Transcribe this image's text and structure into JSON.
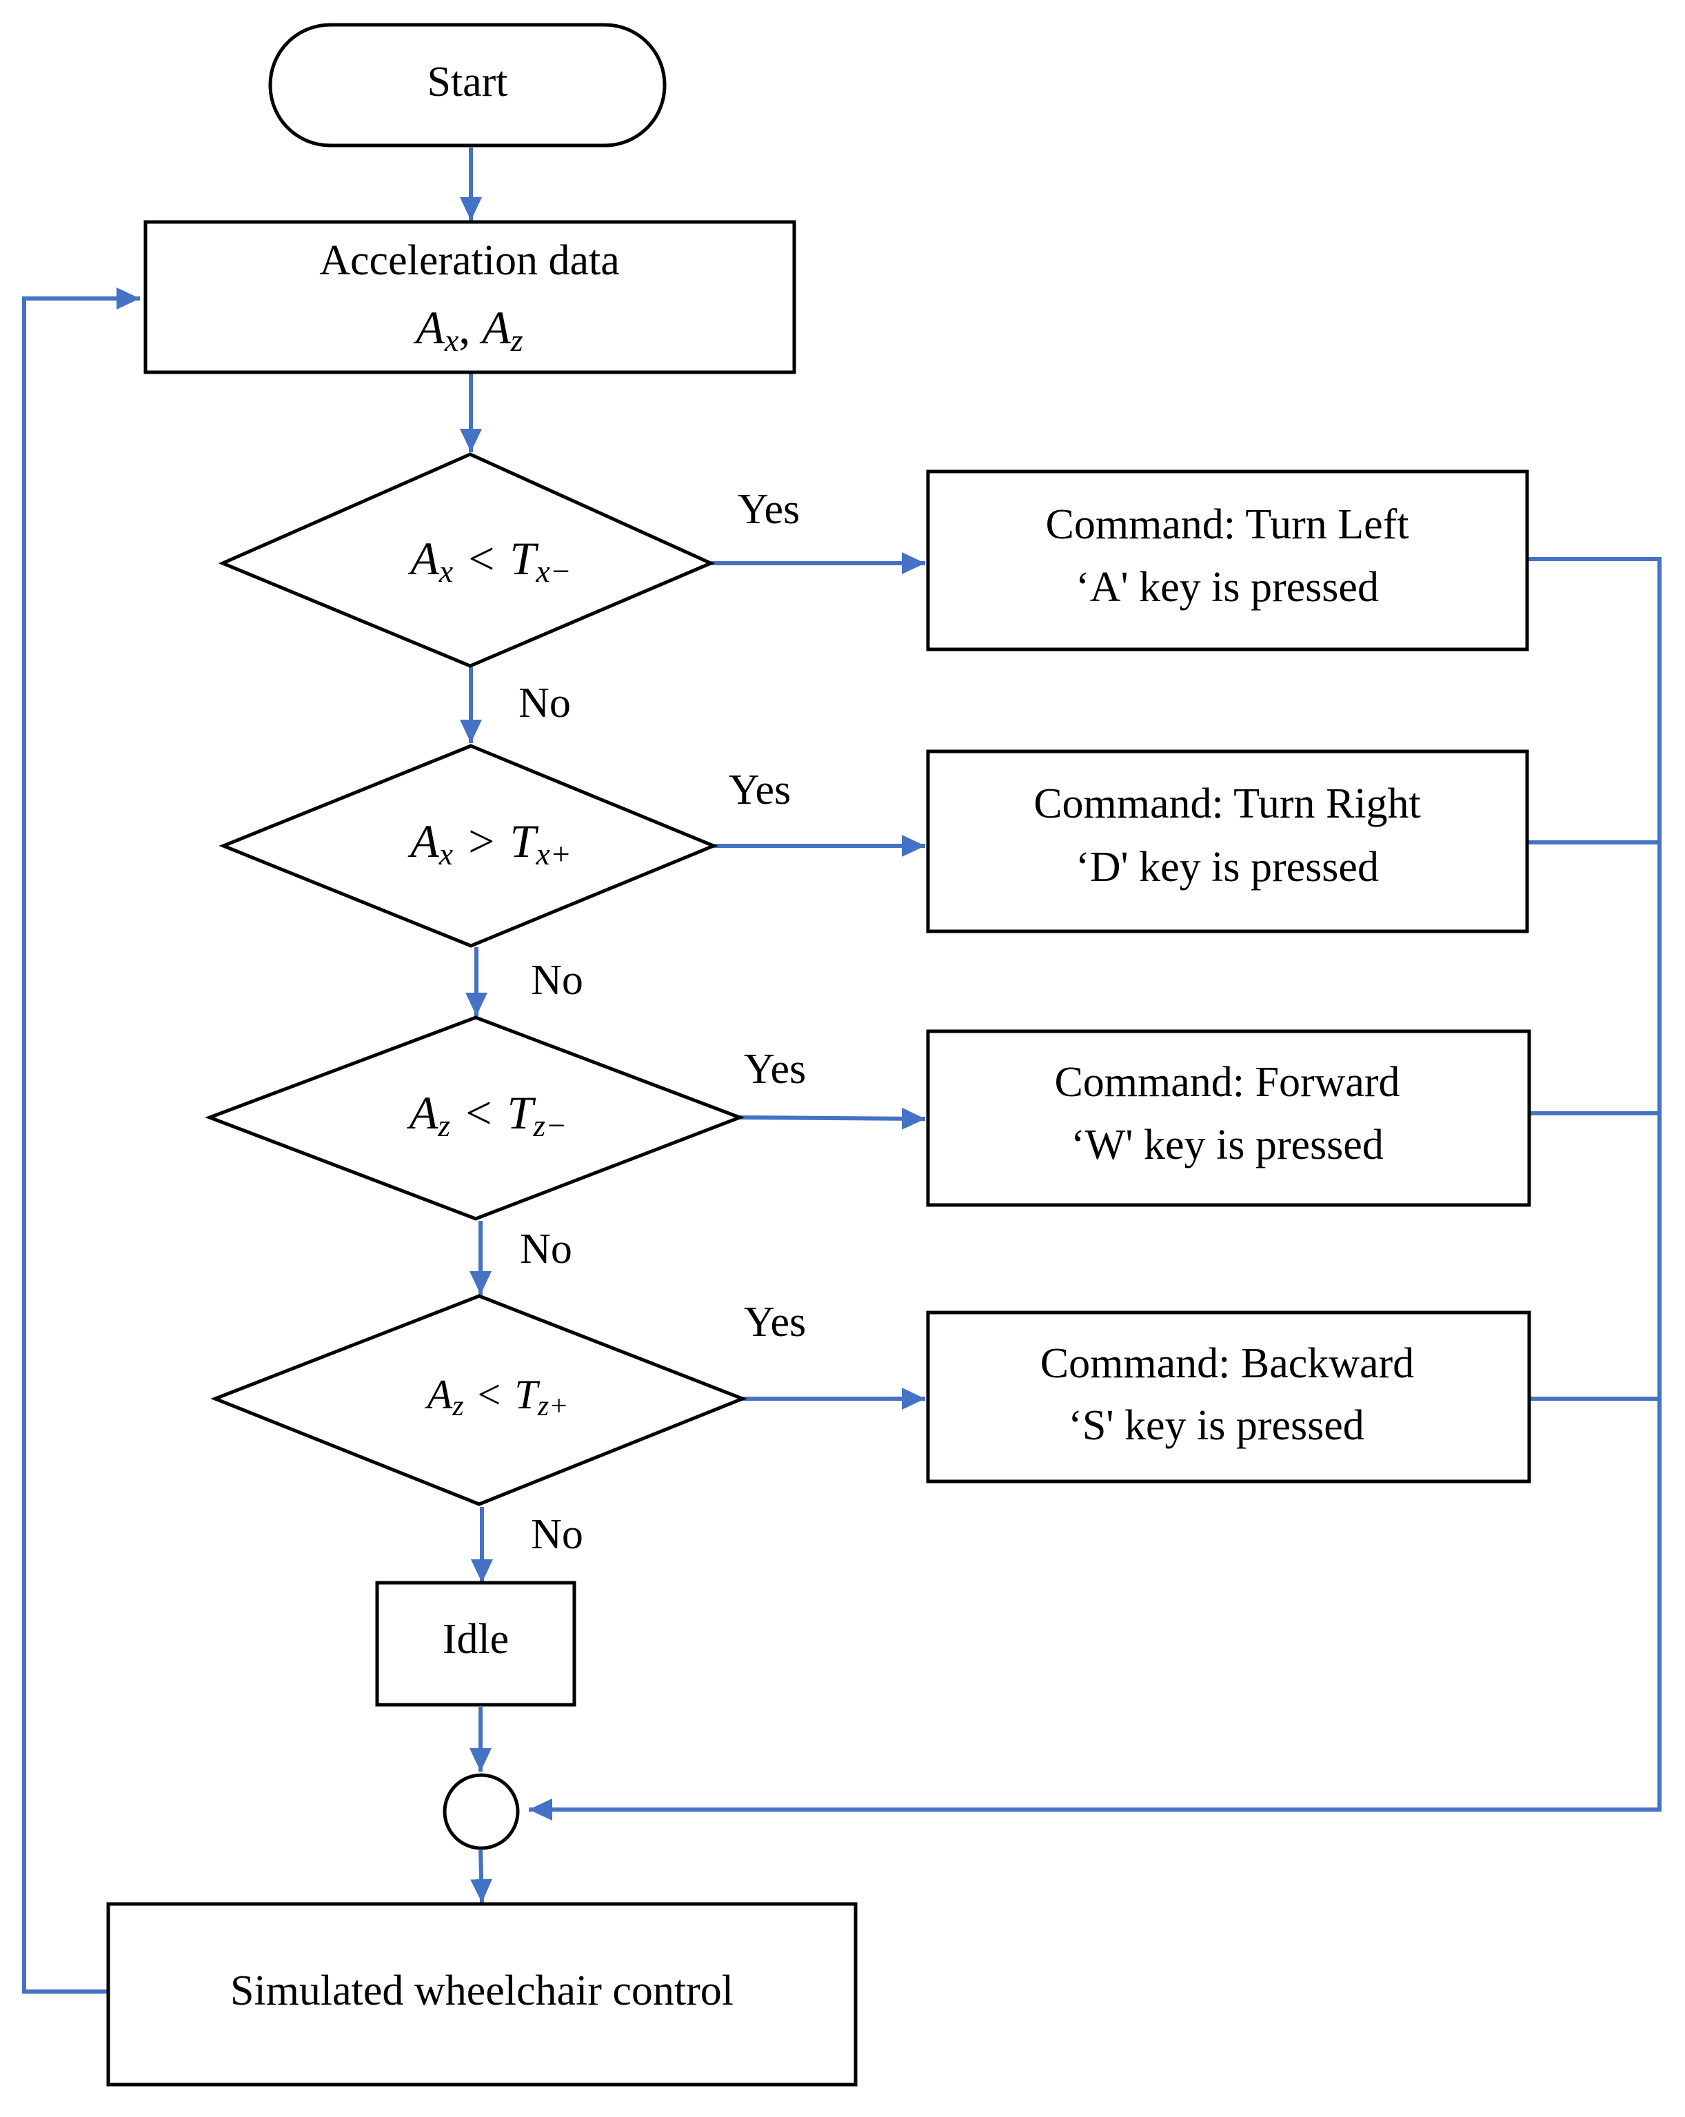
{
  "diagram": {
    "colors": {
      "arrow": "#4472C4",
      "stroke": "#000000"
    },
    "start": "Start",
    "acceleration": {
      "line1": "Acceleration data",
      "A": "A",
      "sx": "x",
      "sep": ", ",
      "sz": "z"
    },
    "decisions": [
      {
        "var": "A",
        "var_sub": "x",
        "op": "<",
        "thr": "T",
        "thr_sub": "x−"
      },
      {
        "var": "A",
        "var_sub": "x",
        "op": ">",
        "thr": "T",
        "thr_sub": "x+"
      },
      {
        "var": "A",
        "var_sub": "z",
        "op": "<",
        "thr": "T",
        "thr_sub": "z−"
      },
      {
        "var": "A",
        "var_sub": "z",
        "op": "<",
        "thr": "T",
        "thr_sub": "z+"
      }
    ],
    "commands": [
      {
        "line1": "Command: Turn Left",
        "line2": "‘A' key is pressed"
      },
      {
        "line1": "Command: Turn Right",
        "line2": "‘D' key is pressed"
      },
      {
        "line1": "Command: Forward",
        "line2": "‘W' key is pressed"
      },
      {
        "line1": "Command: Backward",
        "line2": "‘S' key is pressed"
      }
    ],
    "yes_label": "Yes",
    "no_label": "No",
    "idle": "Idle",
    "simulated": "Simulated wheelchair control"
  }
}
